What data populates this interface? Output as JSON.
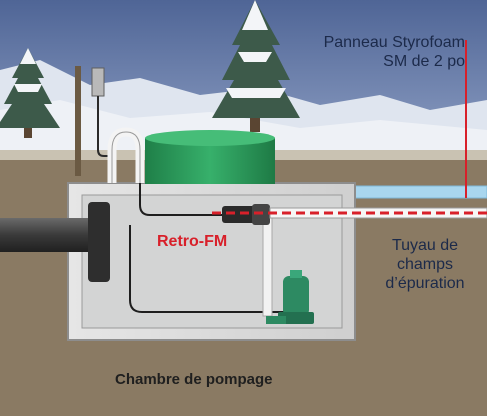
{
  "labels": {
    "panel_line1": "Panneau Styrofoam",
    "panel_line2": "SM de 2 po",
    "product": "Retro-FM",
    "pipe_line1": "Tuyau de",
    "pipe_line2": "champs",
    "pipe_line3": "d’épuration",
    "chamber": "Chambre de pompage"
  },
  "colors": {
    "sky": "#5b6f9e",
    "snow": "#eef1f6",
    "soil": "#8a7a63",
    "tank": "#dcdcdc",
    "tank_interior": "#cfd0d0",
    "lid": "#2e9b5e",
    "pump": "#2d8a62",
    "pipe_dark": "#3b3b3b",
    "heat_cable": "#d8202a",
    "styrofoam": "#a9d6ee",
    "label_text": "#1c2a4a"
  },
  "icons": [
    "tree-icon",
    "pump-icon",
    "pipe-icon",
    "electrical-box-icon"
  ]
}
